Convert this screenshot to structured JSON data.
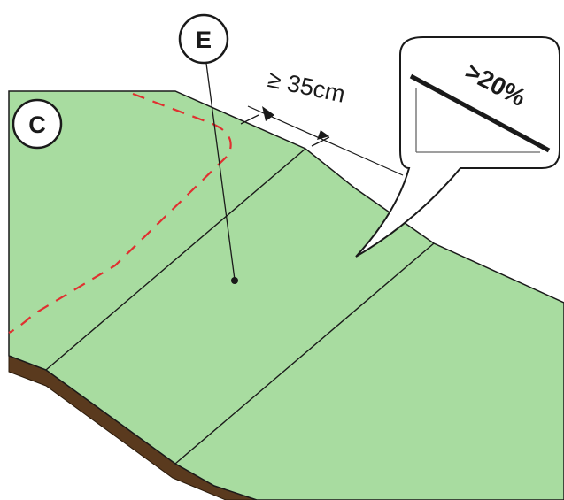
{
  "labels": {
    "panel": "C",
    "zone": "E",
    "distance": "≥ 35cm",
    "slope": ">20%"
  },
  "colors": {
    "ground": "#a8dca0",
    "soil": "#5a3a1e",
    "outline": "#1a1a1a",
    "dashed_boundary": "#e03030",
    "background": "#ffffff"
  }
}
